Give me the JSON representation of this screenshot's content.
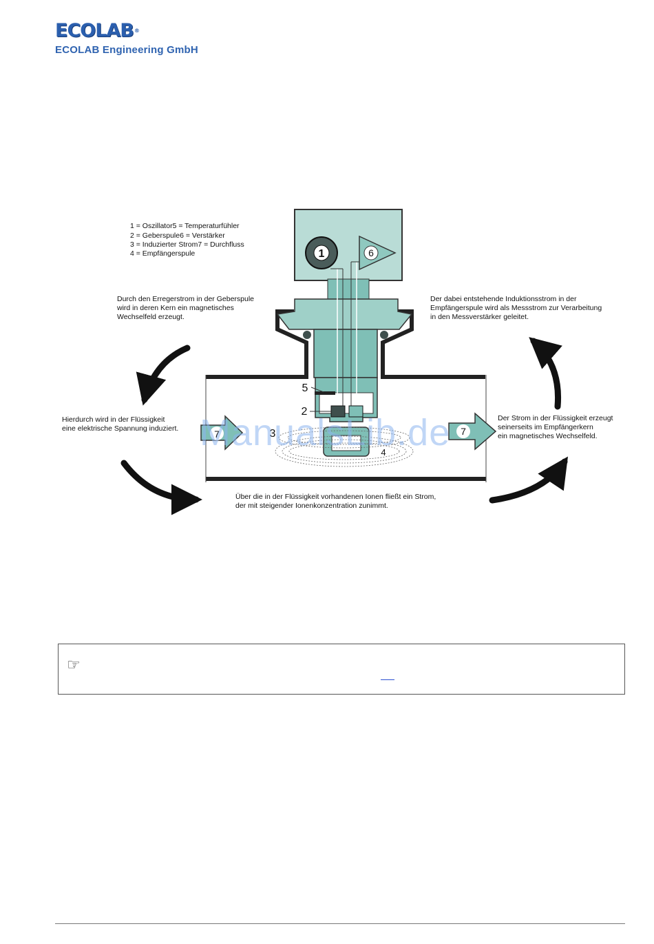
{
  "header": {
    "logo_text": "ECOLAB",
    "logo_registered": "®",
    "company": "ECOLAB Engineering GmbH"
  },
  "legend": {
    "line1": "1 = Oszillator5  =  Temperaturfühler",
    "line2": "2 = Geberspule6   =   Verstärker",
    "line3": "3 = Induzierter Strom7 = Durchfluss",
    "line4": "4 = Empfängerspule"
  },
  "annotations": {
    "top_left": [
      "Durch den Erregerstrom in der Geberspule",
      "wird in deren Kern ein magnetisches",
      "Wechselfeld erzeugt."
    ],
    "top_right": [
      "Der dabei entstehende Induktionsstrom in der",
      "Empfängerspule wird als Messstrom zur Verarbeitung",
      "in den Messverstärker geleitet."
    ],
    "mid_left": [
      "Hierdurch wird in der Flüssigkeit",
      "eine elektrische Spannung induziert."
    ],
    "mid_right": [
      "Der Strom in der Flüssigkeit erzeugt",
      "seinerseits im Empfängerkern",
      "ein magnetisches Wechselfeld."
    ],
    "bottom": [
      "Über die in der Flüssigkeit vorhandenen Ionen fließt ein Strom,",
      "der mit steigender Ionenkonzentration zunimmt."
    ]
  },
  "labels": {
    "oscillator": "1",
    "amplifier": "6",
    "sensor": "5",
    "transmitter": "2",
    "induced": "3",
    "receiver": "4",
    "flow_in": "7",
    "flow_out": "7"
  },
  "watermark": "ManualsLib.de",
  "note": {
    "icon": "pointing-hand-icon"
  },
  "colors": {
    "teal": "#7fbfb6",
    "teal_dark": "#3f8f86",
    "housing": "#b9dcd6",
    "brand_blue": "#2b5fae"
  }
}
